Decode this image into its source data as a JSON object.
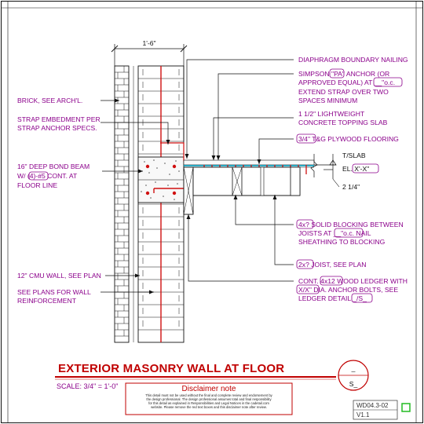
{
  "dimensions": {
    "wall_width": "1'-6\"",
    "topping_thickness": "2 1/4\"",
    "tslab": "T/SLAB",
    "elevation": "EL. X'-X\""
  },
  "labels_left": {
    "brick": "BRICK, SEE ARCH'L.",
    "strap_embed_1": "STRAP EMBEDMENT PER",
    "strap_embed_2": "STRAP ANCHOR SPECS.",
    "bond_beam_1": "16\" DEEP BOND BEAM",
    "bond_beam_2": "W/ (4)-#5 CONT. AT",
    "bond_beam_3": "FLOOR LINE",
    "cmu_wall": "12\" CMU WALL, SEE PLAN",
    "reinf_1": "SEE PLANS FOR WALL",
    "reinf_2": "REINFORCEMENT"
  },
  "labels_right": {
    "diaphragm": "DIAPHRAGM BOUNDARY NAILING",
    "anchor_1": "SIMPSON \"PA\" ANCHOR (OR",
    "anchor_2": "APPROVED EQUAL) AT __\"o.c.",
    "anchor_3": "EXTEND STRAP OVER TWO",
    "anchor_4": "SPACES MINIMUM",
    "topping_1": "1 1/2\" LIGHTWEIGHT",
    "topping_2": "CONCRETE TOPPING SLAB",
    "plywood": "3/4\" T&G PLYWOOD FLOORING",
    "blocking_1": "4x? SOLID BLOCKING BETWEEN",
    "blocking_2": "JOISTS AT __\"o.c. NAIL",
    "blocking_3": "SHEATHING TO BLOCKING",
    "joist": "2x? JOIST, SEE PLAN",
    "ledger_1": "CONT. 4x12 WOOD LEDGER WITH",
    "ledger_2": "X/X\" DIA. ANCHOR BOLTS, SEE",
    "ledger_3": "LEDGER DETAIL _/S_"
  },
  "title_block": {
    "title": "EXTERIOR MASONRY WALL AT FLOOR",
    "scale": "SCALE: 3/4\" = 1'-0\"",
    "detail_num": "_",
    "sheet_ref": "S_",
    "disclaimer_title": "Disclaimer note",
    "disclaimer_lines": [
      "This detail must not be used without the final and complete review and endorsement by",
      "the design professional. The design professional assumes total and final responsibility",
      "for this detail as explained in Responsibilities and Legal Notices in the cadetail.com",
      "website. Please remove the red text boxes and this disclaimer note after review."
    ],
    "sheet_id": "WD04.3-02",
    "version": "V1.1"
  },
  "colors": {
    "note": "#8b008b",
    "title": "#c00000",
    "linework": "#111111",
    "plywood": "#00aacc",
    "rebar": "#d01010",
    "status": "#22bb22"
  }
}
